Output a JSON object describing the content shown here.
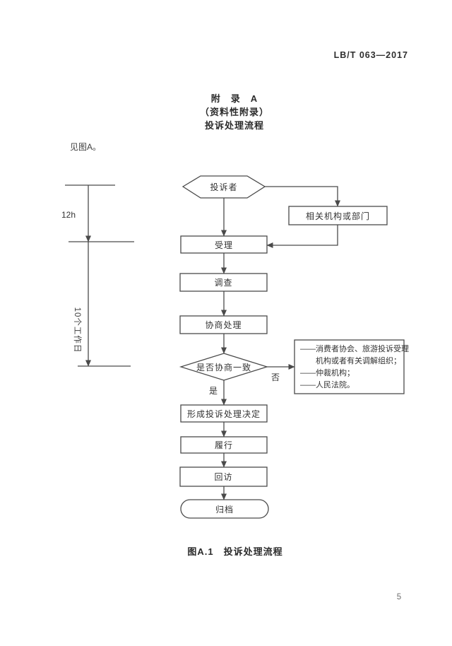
{
  "page": {
    "header": "LB/T 063—2017",
    "intro": "见图A。",
    "caption": "图A.1　投诉处理流程",
    "page_number": "5"
  },
  "appendix": {
    "line1": "附　录　A",
    "line2": "（资料性附录）",
    "line3": "投诉处理流程"
  },
  "flowchart": {
    "nodes": {
      "complainant": "投诉者",
      "related_org": "相关机构或部门",
      "accept": "受理",
      "investigate": "调查",
      "negotiate": "协商处理",
      "decision": "是否协商一致",
      "form_decision": "形成投诉处理决定",
      "perform": "履行",
      "revisit": "回访",
      "archive": "归档"
    },
    "labels": {
      "yes": "是",
      "no": "否"
    },
    "timeline": {
      "t1": "12h",
      "t2": "10个工作日"
    },
    "note_box": {
      "lines": [
        "——消费者协会、旅游投诉受理",
        "机构或者有关调解组织；",
        "——仲裁机构；",
        "——人民法院。"
      ]
    }
  },
  "colors": {
    "ink": "#4a4a4a",
    "paper": "#ffffff"
  }
}
